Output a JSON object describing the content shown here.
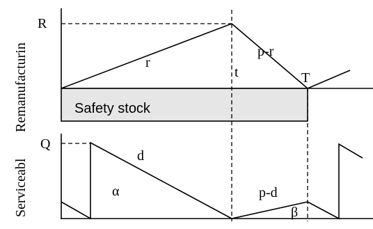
{
  "top_panel": {
    "axis_title": "Remanufacturin",
    "labels": {
      "R": "R",
      "r": "r",
      "p_minus_r": "p-r",
      "t": "t",
      "T": "T"
    },
    "safety_stock": "Safety stock"
  },
  "bottom_panel": {
    "axis_title": "Serviceabl",
    "labels": {
      "Q": "Q",
      "d": "d",
      "alpha": "α",
      "p_minus_d": "p-d",
      "beta": "β"
    }
  },
  "colors": {
    "line": "#000000",
    "safety_fill": "#e6e6e6",
    "background": "#ffffff"
  }
}
